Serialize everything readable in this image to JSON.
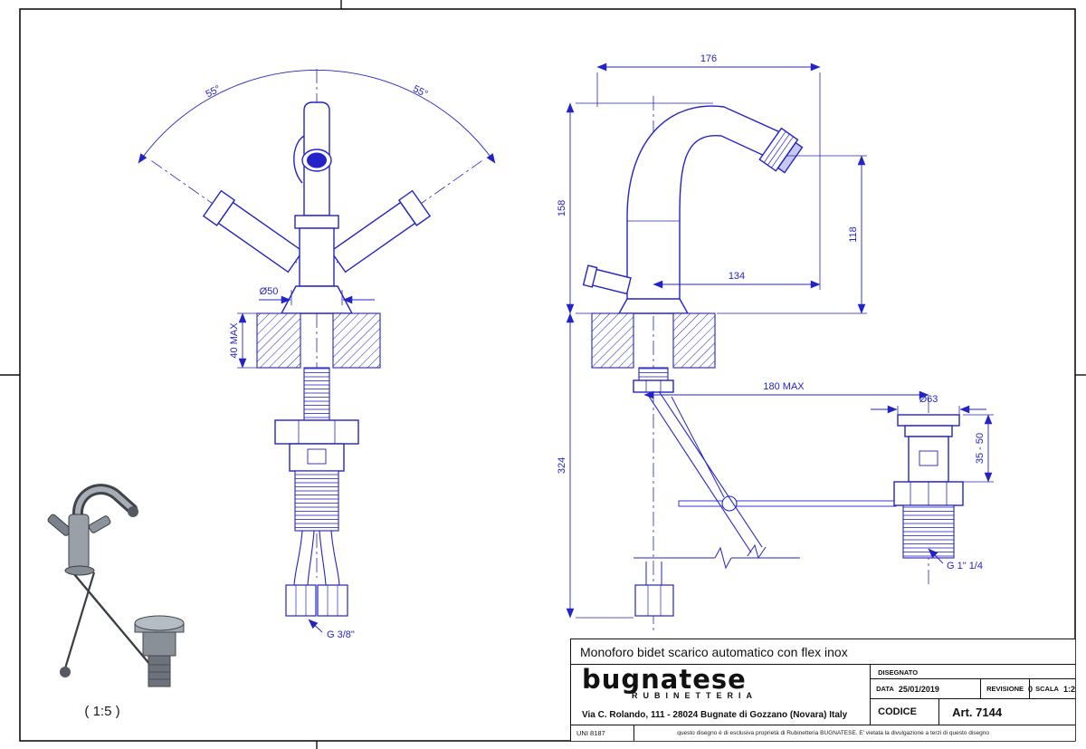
{
  "colors": {
    "drawing_line": "#2323c8",
    "frame_line": "#111111"
  },
  "front_view": {
    "angle_left": "55°",
    "angle_right": "55°",
    "diameter": "Ø50",
    "deck_thickness": "40 MAX",
    "hose_thread": "G 3/8\""
  },
  "side_view": {
    "width_total": "176",
    "height_spout": "158",
    "height_outlet": "118",
    "reach": "134",
    "height_below": "324",
    "rod_reach": "180 MAX",
    "drain_diameter": "Ø63",
    "drain_adjust": "35 - 50",
    "drain_thread": "G 1\" 1/4"
  },
  "iso_view": {
    "scale": "( 1:5 )"
  },
  "title_block": {
    "title": "Monoforo bidet scarico automatico con flex inox",
    "brand": "bugnatese",
    "brand_sub": "RUBINETTERIA",
    "address": "Via C. Rolando, 111 - 28024 Bugnate di Gozzano (Novara) Italy",
    "drawn_label": "DISEGNATO",
    "date_label": "DATA",
    "date_value": "25/01/2019",
    "revision_label": "REVISIONE",
    "revision_value": "0",
    "scale_label": "SCALA",
    "scale_value": "1:2",
    "code_label": "CODICE",
    "code_value": "Art. 7144",
    "standard": "UNI 8187",
    "disclaimer": "questo disegno è di esclusiva proprietà di Rubinetteria BUGNATESE. E' vietata la divulgazione a terzi di questo disegno"
  }
}
